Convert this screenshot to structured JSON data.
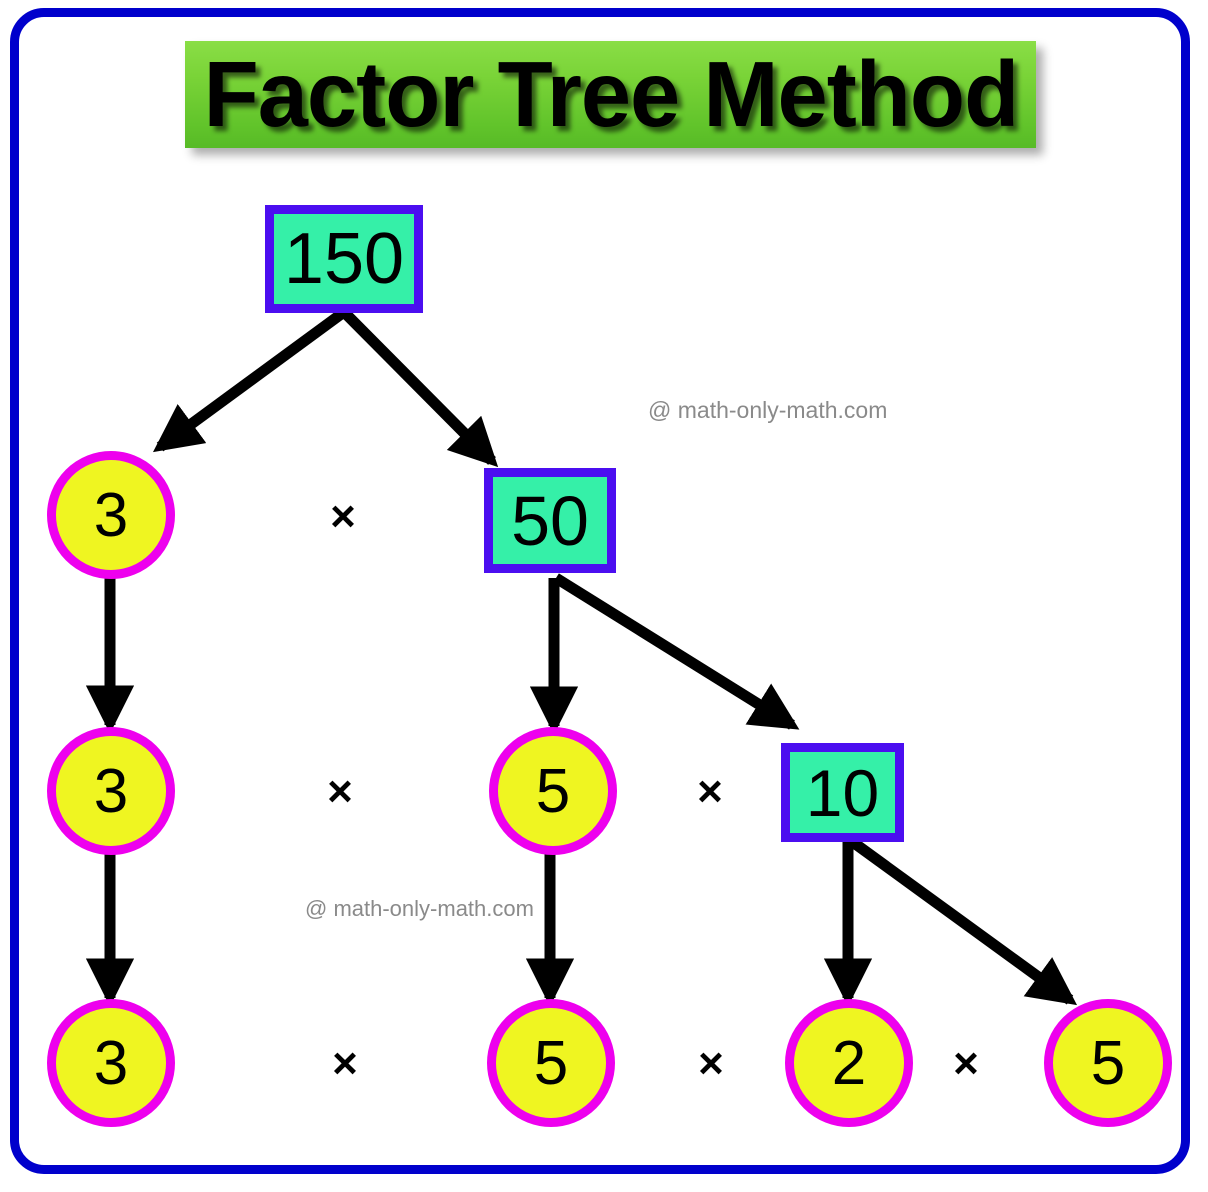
{
  "page": {
    "title": "Factor Tree Method",
    "background_color": "#ffffff",
    "frame_color": "#0000cc"
  },
  "banner": {
    "label": "Factor Tree Method",
    "gradient_top": "#8ade46",
    "gradient_bottom": "#57bb26",
    "text_color": "#000000"
  },
  "colors": {
    "composite_fill": "#35f0a8",
    "composite_border": "#4b0ef0",
    "prime_fill": "#eff521",
    "prime_border": "#ee00ee",
    "arrow": "#000000",
    "watermark": "#8a8a8a"
  },
  "tree": {
    "root": "150",
    "levels": [
      {
        "level": 1,
        "nodes": [
          {
            "label": "150",
            "type": "composite"
          }
        ]
      },
      {
        "level": 2,
        "nodes": [
          {
            "label": "3",
            "type": "prime"
          },
          {
            "label": "50",
            "type": "composite"
          }
        ]
      },
      {
        "level": 3,
        "nodes": [
          {
            "label": "3",
            "type": "prime"
          },
          {
            "label": "5",
            "type": "prime"
          },
          {
            "label": "10",
            "type": "composite"
          }
        ]
      },
      {
        "level": 4,
        "nodes": [
          {
            "label": "3",
            "type": "prime"
          },
          {
            "label": "5",
            "type": "prime"
          },
          {
            "label": "2",
            "type": "prime"
          },
          {
            "label": "5",
            "type": "prime"
          }
        ]
      }
    ],
    "nodes": {
      "n150": "150",
      "row2_left": "3",
      "row2_right": "50",
      "row3_left": "3",
      "row3_mid": "5",
      "row3_right": "10",
      "row4_a": "3",
      "row4_b": "5",
      "row4_c": "2",
      "row4_d": "5"
    }
  },
  "operators": {
    "times": "×",
    "row2": [
      "×"
    ],
    "row3": [
      "×",
      "×"
    ],
    "row4": [
      "×",
      "×",
      "×"
    ]
  },
  "watermarks": {
    "upper": "@ math-only-math.com",
    "lower": "@ math-only-math.com"
  }
}
